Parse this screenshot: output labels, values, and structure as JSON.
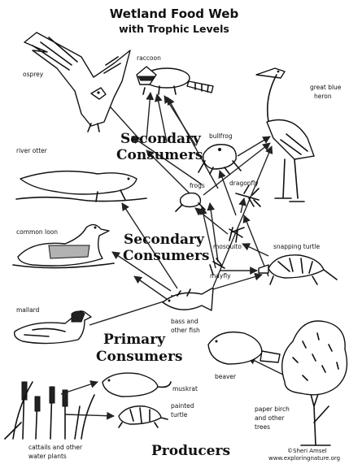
{
  "title_line1": "Wetland Food Web",
  "title_line2": "with Trophic Levels",
  "levels": {
    "secondary_a_1": "Secondary",
    "secondary_a_2": "Consumers",
    "secondary_b_1": "Secondary",
    "secondary_b_2": "Consumers",
    "primary_1": "Primary",
    "primary_2": "Consumers",
    "producers": "Producers"
  },
  "organisms": {
    "osprey": "osprey",
    "raccoon": "raccoon",
    "great_blue_heron_1": "great blue",
    "great_blue_heron_2": "heron",
    "river_otter": "river otter",
    "bullfrog": "bullfrog",
    "frogs": "frogs",
    "dragonfly": "dragonfly",
    "common_loon": "common loon",
    "mosquito": "mosquito",
    "snapping_turtle": "snapping turtle",
    "mayfly": "mayfly",
    "bass_1": "bass and",
    "bass_2": "other fish",
    "mallard": "mallard",
    "beaver": "beaver",
    "muskrat": "muskrat",
    "painted_turtle_1": "painted",
    "painted_turtle_2": "turtle",
    "paper_birch_1": "paper birch",
    "paper_birch_2": "and other",
    "paper_birch_3": "trees",
    "cattails_1": "cattails and other",
    "cattails_2": "water plants"
  },
  "credit_1": "©Sheri Amsel",
  "credit_2": "www.exploringnature.org"
}
